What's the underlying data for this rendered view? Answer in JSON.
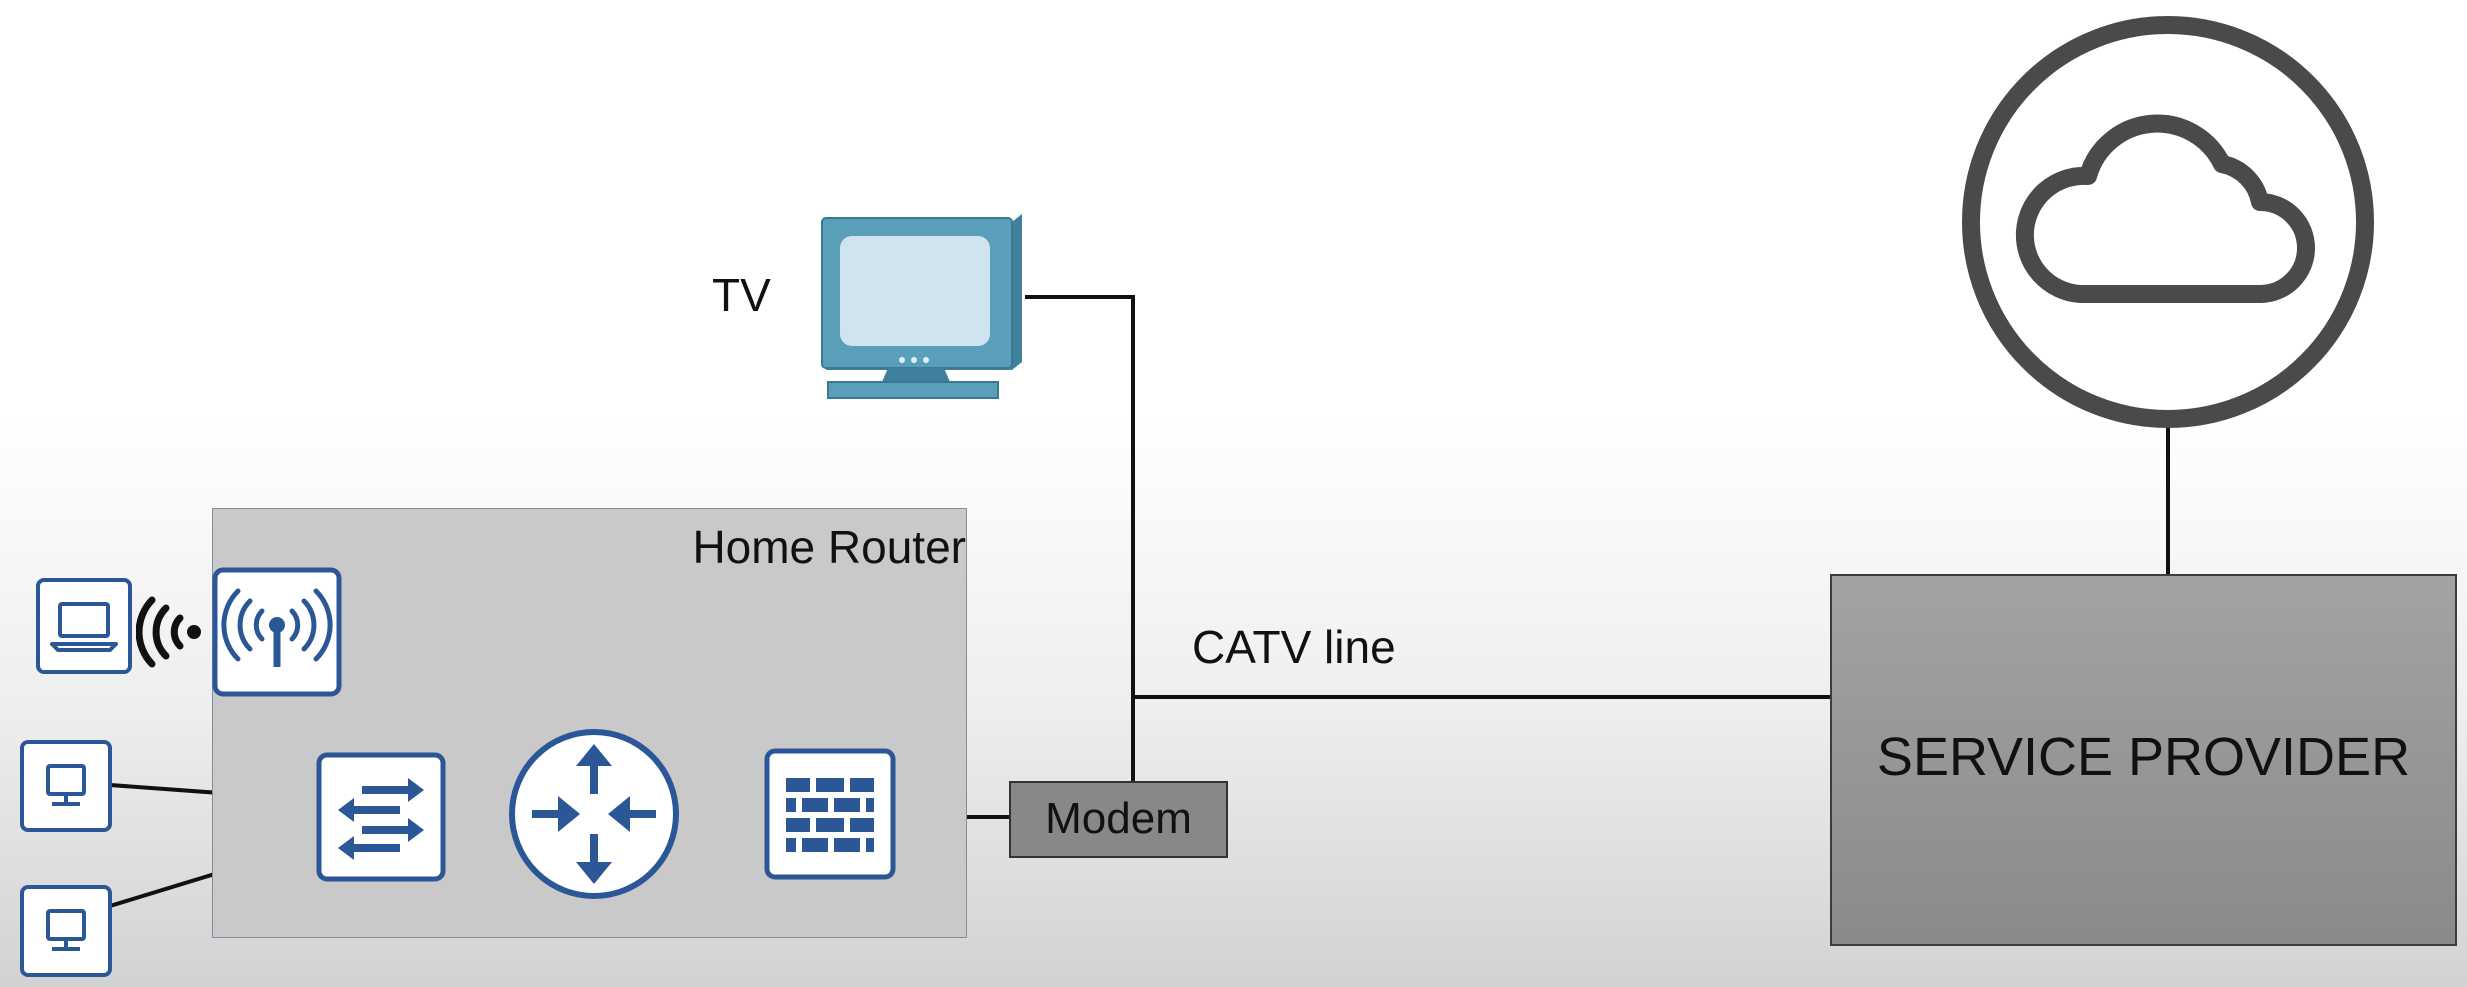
{
  "labels": {
    "tv": "TV",
    "home_router": "Home Router",
    "catv_line": "CATV line",
    "modem": "Modem",
    "service_provider": "SERVICE PROVIDER"
  },
  "colors": {
    "device_blue": "#2b5797",
    "device_fill": "#ffffff",
    "tv_body": "#4f93ad",
    "tv_screen": "#cfe4ef",
    "cloud_ring": "#4a4a4a",
    "wire": "#111111"
  },
  "icons": {
    "laptop": "laptop-icon",
    "wifi_signal": "wifi-signal-icon",
    "access_point": "wireless-access-point-icon",
    "pc": "desktop-pc-icon",
    "switch": "switch-icon",
    "router": "router-icon",
    "firewall": "firewall-icon",
    "tv": "tv-icon",
    "internet": "cloud-icon"
  }
}
